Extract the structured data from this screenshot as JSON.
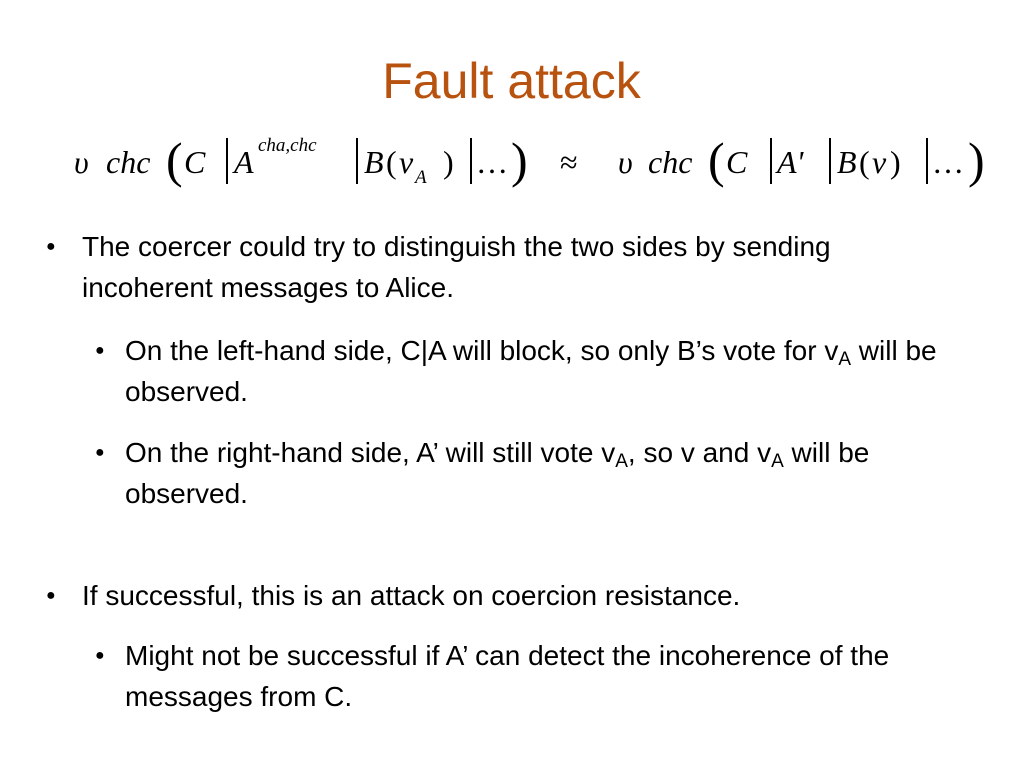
{
  "slide": {
    "title": "Fault attack",
    "formula": {
      "upsilon": "υ",
      "chc": "chc",
      "C": "C",
      "A": "A",
      "A_superscript": "cha,chc",
      "B": "B",
      "open_paren": "(",
      "close_paren": ")",
      "v": "v",
      "v_subscript": "A",
      "ellipsis": "…",
      "approx": "≈",
      "A_prime": "A'",
      "big_open": "(",
      "big_close": ")"
    },
    "bullets": {
      "b1": {
        "marker": "●",
        "text": "The coercer could try to distinguish the two sides by sending incoherent messages to Alice."
      },
      "b1_1": {
        "marker": "●",
        "text_before": "On the left-hand side, C|A will block, so only B’s vote for v",
        "sub": "A",
        "text_after": " will be observed."
      },
      "b1_2": {
        "marker": "●",
        "text_before": "On the right-hand side, A’ will still vote v",
        "sub1": "A",
        "text_mid": ", so v and v",
        "sub2": "A",
        "text_after": " will be observed."
      },
      "b2": {
        "marker": "●",
        "text": "If successful, this is an attack on coercion resistance."
      },
      "b2_1": {
        "marker": "●",
        "text": "Might not be successful if A’ can detect the incoherence of the messages from C."
      }
    },
    "colors": {
      "title": "#b8520f",
      "text": "#000000",
      "background": "#ffffff"
    }
  }
}
